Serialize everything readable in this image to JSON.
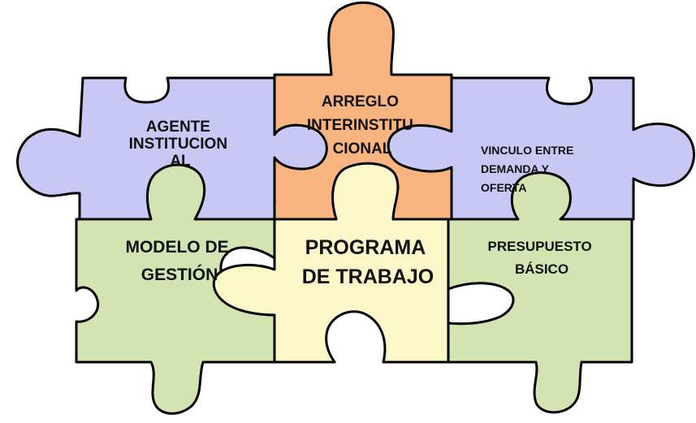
{
  "colors": {
    "purple": "#c9c7f4",
    "orange": "#f7b47f",
    "green": "#d4e3b2",
    "yellow": "#fbf7c8",
    "outline": "#000000"
  },
  "pieces": {
    "agente": {
      "lines": [
        "AGENTE",
        "INSTITUCION",
        "AL"
      ]
    },
    "arreglo": {
      "lines": [
        "ARREGLO",
        "INTERINSTITU",
        "CIONAL"
      ]
    },
    "vinculo": {
      "lines": [
        "VINCULO ENTRE",
        "DEMANDA Y",
        "OFERTA"
      ]
    },
    "modelo": {
      "lines": [
        "MODELO DE",
        "GESTIÓN"
      ]
    },
    "programa": {
      "lines": [
        "PROGRAMA",
        "DE TRABAJO"
      ]
    },
    "presupuesto": {
      "lines": [
        "PRESUPUESTO",
        "BÁSICO"
      ]
    }
  }
}
